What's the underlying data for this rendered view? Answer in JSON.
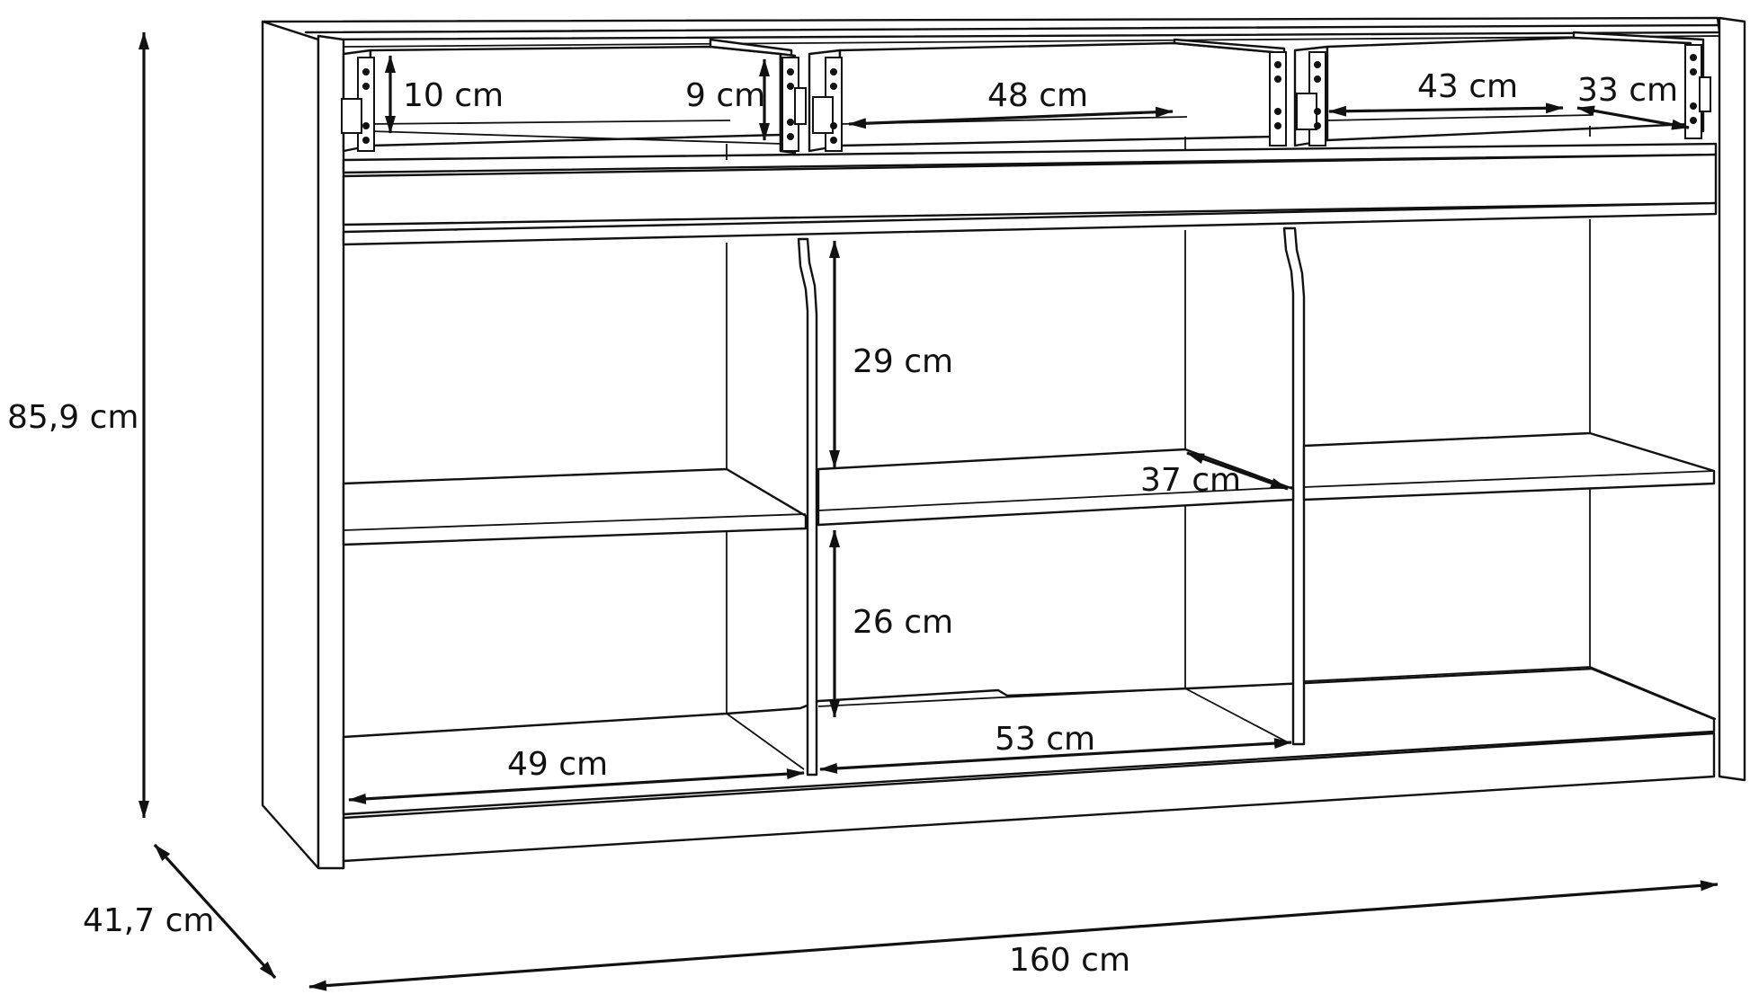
{
  "diagram": {
    "dimensions": {
      "height": "85,9 cm",
      "depth": "41,7 cm",
      "width": "160 cm",
      "drawer_height": "10 cm",
      "drawer_inner_height": "9 cm",
      "drawer_width_middle": "48 cm",
      "drawer_width_right": "43 cm",
      "drawer_depth": "33 cm",
      "upper_compartment_height": "29 cm",
      "shelf_depth": "37 cm",
      "lower_compartment_height": "26 cm",
      "left_compartment_width": "49 cm",
      "middle_compartment_width": "53 cm"
    },
    "colors": {
      "line": "#111111",
      "background": "#ffffff"
    }
  }
}
